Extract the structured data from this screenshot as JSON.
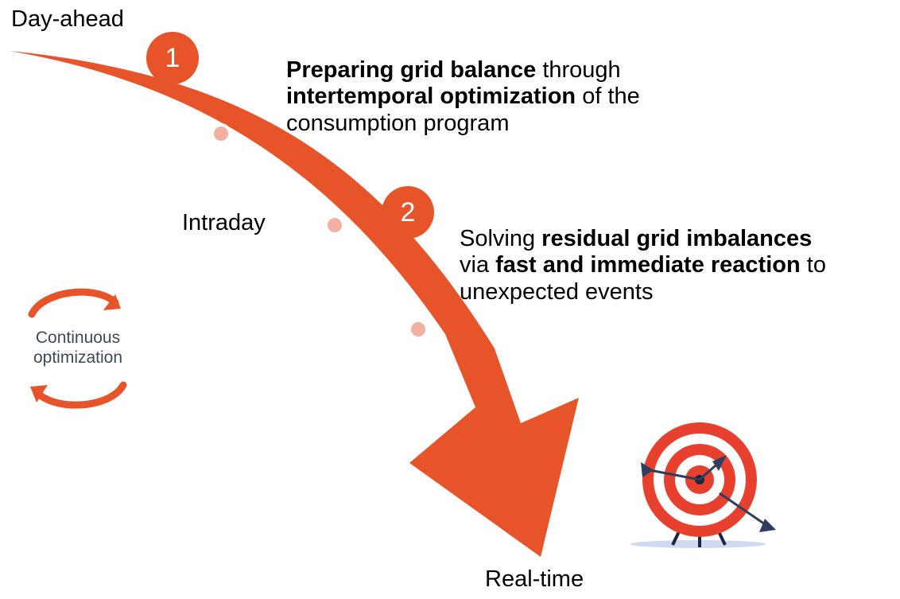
{
  "labels": {
    "day_ahead": "Day-ahead",
    "intraday": "Intraday",
    "real_time": "Real-time",
    "continuous_line1": "Continuous",
    "continuous_line2": "optimization"
  },
  "steps": [
    {
      "number": "1",
      "parts": [
        {
          "text": "Preparing grid balance",
          "bold": true
        },
        {
          "text": " through",
          "bold": false
        },
        {
          "br": true
        },
        {
          "text": "intertemporal optimization",
          "bold": true
        },
        {
          "text": " of the",
          "bold": false
        },
        {
          "br": true
        },
        {
          "text": "consumption program",
          "bold": false
        }
      ]
    },
    {
      "number": "2",
      "parts": [
        {
          "text": "Solving ",
          "bold": false
        },
        {
          "text": "residual grid imbalances",
          "bold": true
        },
        {
          "br": true
        },
        {
          "text": "via ",
          "bold": false
        },
        {
          "text": "fast and immediate reaction",
          "bold": true
        },
        {
          "text": " to",
          "bold": false
        },
        {
          "br": true
        },
        {
          "text": "unexpected events",
          "bold": false
        }
      ]
    }
  ],
  "colors": {
    "arrow": "#e8542a",
    "dot_fill": "#f2b0a0",
    "target_red": "#e8402f",
    "loop_text": "#3d4a5a",
    "arrow_shaft": "#2f3e5c"
  },
  "icons": {
    "target": "target-with-arrows-icon",
    "loop": "circular-arrows-icon"
  }
}
